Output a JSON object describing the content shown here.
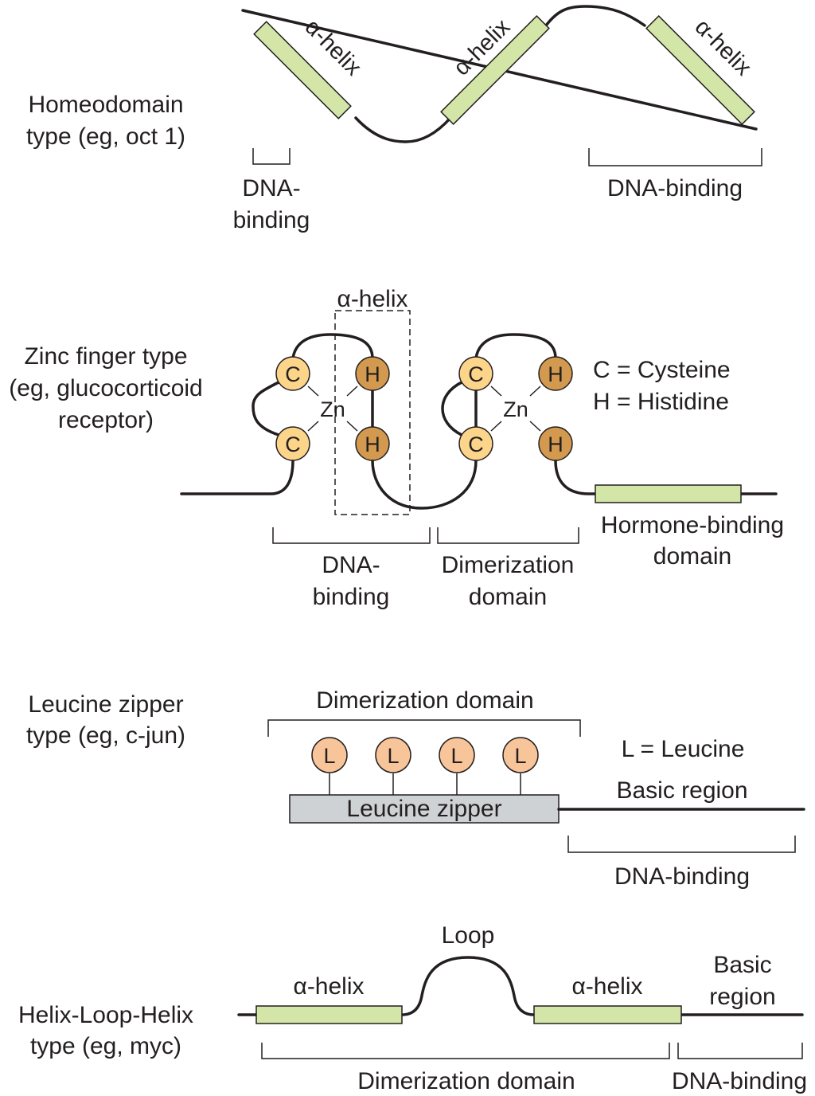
{
  "colors": {
    "helix": "#d3e6a8",
    "cysteine": "#fcd58a",
    "histidine": "#d39a4f",
    "leucine": "#f8c49a",
    "zipper": "#cfd2d5",
    "line": "#231f20"
  },
  "homeodomain": {
    "title_line1": "Homeodomain",
    "title_line2": "type (eg, oct 1)",
    "helix_labels": [
      "α-helix",
      "α-helix",
      "α-helix"
    ],
    "left_binding_line1": "DNA-",
    "left_binding_line2": "binding",
    "right_binding": "DNA-binding"
  },
  "zinc_finger": {
    "title_line1": "Zinc finger type",
    "title_line2": "(eg, glucocorticoid",
    "title_line3": "receptor)",
    "helix_label": "α-helix",
    "cys_letter": "C",
    "his_letter": "H",
    "zinc": "Zn",
    "legend_c": "C = Cysteine",
    "legend_h": "H = Histidine",
    "dna_binding_line1": "DNA-",
    "dna_binding_line2": "binding",
    "dimerization_line1": "Dimerization",
    "dimerization_line2": "domain",
    "hormone_line1": "Hormone-binding",
    "hormone_line2": "domain"
  },
  "leucine_zipper": {
    "title_line1": "Leucine zipper",
    "title_line2": "type (eg, c-jun)",
    "dimerization": "Dimerization domain",
    "leucine_letter": "L",
    "legend_l": "L = Leucine",
    "box_label": "Leucine zipper",
    "basic_region": "Basic region",
    "dna_binding": "DNA-binding"
  },
  "hlh": {
    "title_line1": "Helix-Loop-Helix",
    "title_line2": "type (eg, myc)",
    "loop": "Loop",
    "helix_left": "α-helix",
    "helix_right": "α-helix",
    "basic_line1": "Basic",
    "basic_line2": "region",
    "dimerization": "Dimerization domain",
    "dna_binding": "DNA-binding"
  }
}
